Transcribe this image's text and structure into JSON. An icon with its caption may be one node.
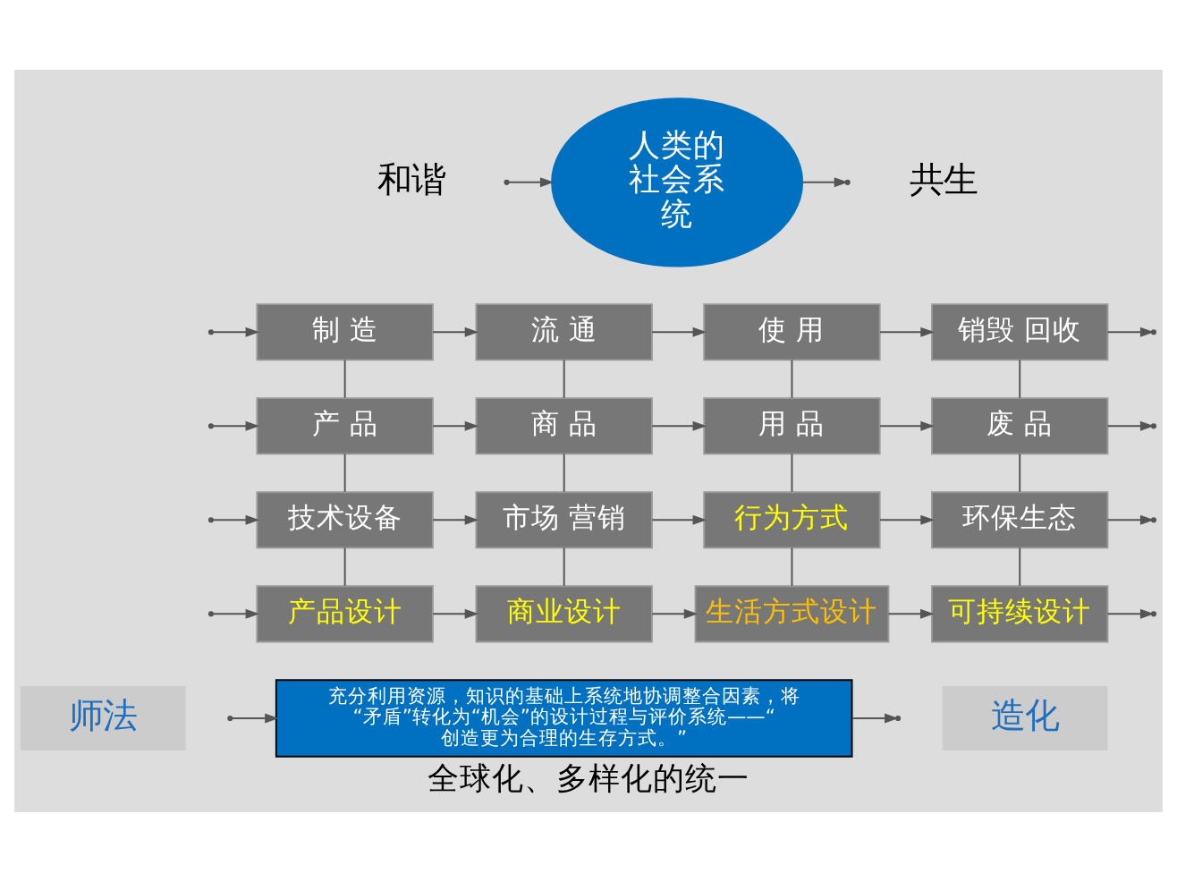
{
  "diagram": {
    "caption": "全球化、多样化的统一",
    "nodes": [
      {
        "text": [
          "人类的社会系统"
        ]
      },
      {
        "text": [
          "制 造"
        ]
      },
      {
        "text": [
          "流 通"
        ]
      },
      {
        "text": [
          "使 用"
        ]
      },
      {
        "text": [
          "销毁 回收"
        ]
      },
      {
        "text": [
          "产 品"
        ]
      },
      {
        "text": [
          "商 品"
        ]
      },
      {
        "text": [
          "用 品"
        ]
      },
      {
        "text": [
          "废 品"
        ]
      },
      {
        "text": [
          "技术设备"
        ]
      },
      {
        "text": [
          "市场 营销"
        ]
      },
      {
        "text": [
          "行为方式"
        ]
      },
      {
        "text": [
          "环保生态"
        ]
      },
      {
        "text": [
          "产品设计"
        ]
      },
      {
        "text": [
          "商业设计"
        ]
      },
      {
        "text": [
          "生活方式设计"
        ]
      },
      {
        "text": [
          "可持续设计"
        ]
      },
      {
        "text": [
          "充分利用资源，知识的基础上系统地协调整合因素，将“矛盾”转化为“机会”的设计过程与评价系统——“创造更为合理的生存方式。”"
        ]
      },
      {
        "text": [
          "师法"
        ]
      },
      {
        "text": [
          "造化"
        ]
      }
    ],
    "edges": [
      {
        "from": null,
        "to": 0,
        "arrow": "to"
      },
      {
        "from": 0,
        "to": null,
        "arrow": "to"
      },
      {
        "from": null,
        "to": 1,
        "arrow": "to"
      },
      {
        "from": 1,
        "to": 2,
        "arrow": "to"
      },
      {
        "from": 2,
        "to": 3,
        "arrow": "to"
      },
      {
        "from": 3,
        "to": 4,
        "arrow": "to"
      },
      {
        "from": 4,
        "to": null,
        "arrow": "to"
      },
      {
        "from": null,
        "to": 5,
        "arrow": "to"
      },
      {
        "from": 5,
        "to": 6,
        "arrow": "to"
      },
      {
        "from": 6,
        "to": 7,
        "arrow": "to"
      },
      {
        "from": 7,
        "to": 8,
        "arrow": "to"
      },
      {
        "from": 8,
        "to": null,
        "arrow": "to"
      },
      {
        "from": null,
        "to": 9,
        "arrow": "to"
      },
      {
        "from": 9,
        "to": 10,
        "arrow": "to"
      },
      {
        "from": 10,
        "to": 11,
        "arrow": "to"
      },
      {
        "from": 11,
        "to": 12,
        "arrow": "to"
      },
      {
        "from": 12,
        "to": null,
        "arrow": "to"
      },
      {
        "from": null,
        "to": 13,
        "arrow": "to"
      },
      {
        "from": 13,
        "to": 14,
        "arrow": "to"
      },
      {
        "from": 14,
        "to": 15,
        "arrow": "to"
      },
      {
        "from": 15,
        "to": 16,
        "arrow": "to"
      },
      {
        "from": 16,
        "to": null,
        "arrow": "to"
      },
      {
        "from": 1,
        "to": 5,
        "arrow": "none"
      },
      {
        "from": 5,
        "to": 9,
        "arrow": "none"
      },
      {
        "from": 9,
        "to": 13,
        "arrow": "none"
      },
      {
        "from": 2,
        "to": 6,
        "arrow": "none"
      },
      {
        "from": 6,
        "to": 10,
        "arrow": "none"
      },
      {
        "from": 10,
        "to": 14,
        "arrow": "none"
      },
      {
        "from": 3,
        "to": 7,
        "arrow": "none"
      },
      {
        "from": 7,
        "to": 11,
        "arrow": "none"
      },
      {
        "from": 11,
        "to": 15,
        "arrow": "none"
      },
      {
        "from": 4,
        "to": 8,
        "arrow": "none"
      },
      {
        "from": 8,
        "to": 12,
        "arrow": "none"
      },
      {
        "from": 12,
        "to": 16,
        "arrow": "none"
      },
      {
        "from": null,
        "to": 17,
        "arrow": "to"
      },
      {
        "from": 17,
        "to": null,
        "arrow": "to"
      }
    ],
    "labels": [
      "和谐",
      "共生"
    ]
  }
}
